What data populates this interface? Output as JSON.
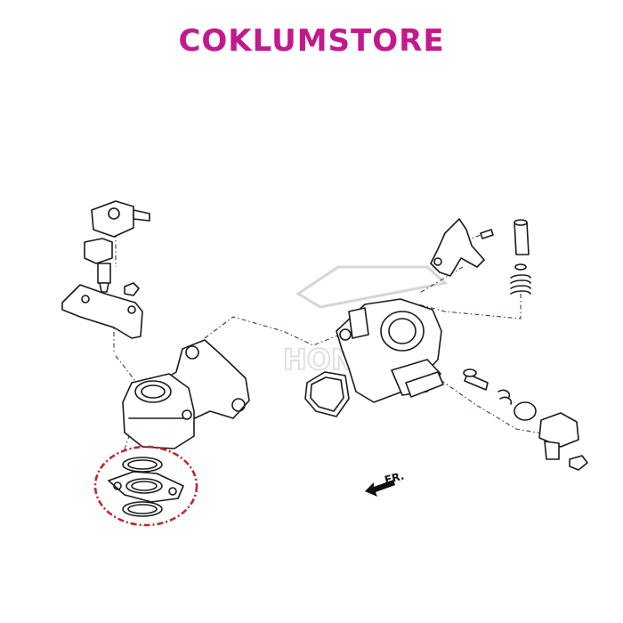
{
  "header": {
    "store_name": "COKLUMSTORE",
    "brand_color": "#c2198c"
  },
  "diagram": {
    "front_arrow_label": "FR.",
    "highlight_color": "#c0262c",
    "watermark": "HONDA"
  }
}
